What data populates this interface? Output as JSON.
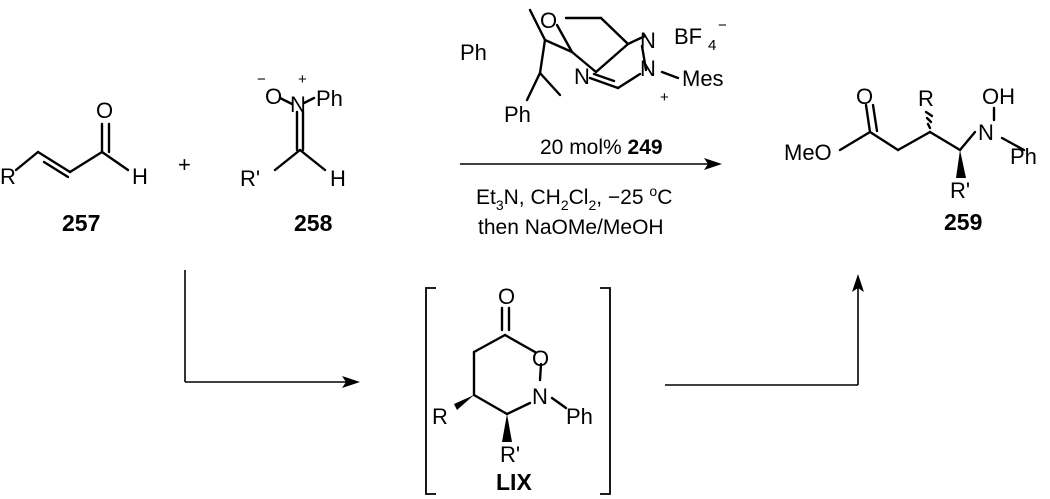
{
  "atoms": {
    "o": "O",
    "n": "N",
    "h": "H",
    "r": "R",
    "r_prime": "R'",
    "ph": "Ph",
    "mes": "Mes",
    "meo": "MeO",
    "oh": "OH",
    "bf4": "BF",
    "sub_4": "4",
    "plus": "+",
    "minus": "−",
    "o_minus": "−O"
  },
  "reaction": {
    "plus_sign": "+",
    "reactant1_label": "257",
    "reactant2_label": "258",
    "catalyst_prefix": "20 mol% ",
    "catalyst_label": "249",
    "cond_et": "Et",
    "cond_sub3": "3",
    "cond_n_ch": "N, CH",
    "cond_sub2a": "2",
    "cond_cl": "Cl",
    "cond_sub2b": "2",
    "cond_temp": ", −25 ",
    "cond_deg": "o",
    "cond_c": "C",
    "cond_line2": "then NaOMe/MeOH",
    "product_label": "259",
    "intermediate_label": "LIX"
  }
}
